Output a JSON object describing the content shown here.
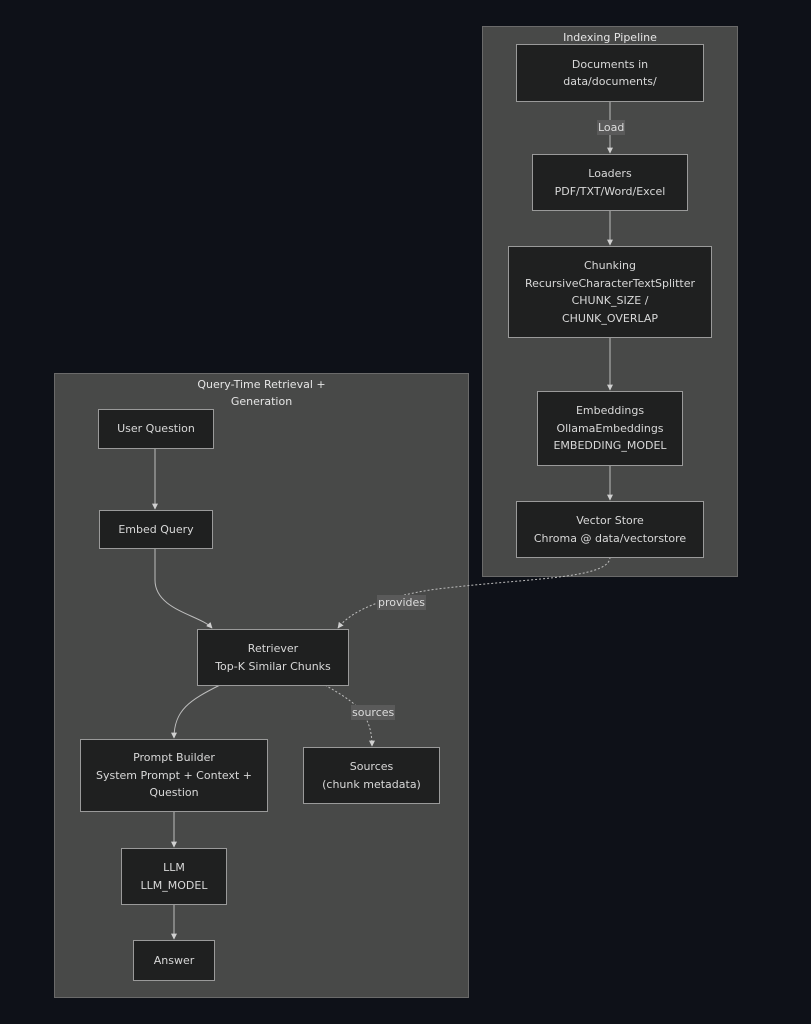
{
  "clusters": {
    "indexing": {
      "title": "Indexing Pipeline"
    },
    "query": {
      "title_lines": [
        "Query-Time Retrieval +",
        "Generation"
      ]
    }
  },
  "nodes": {
    "documents": [
      "Documents in",
      "data/documents/"
    ],
    "loaders": [
      "Loaders",
      "PDF/TXT/Word/Excel"
    ],
    "chunking": [
      "Chunking",
      "RecursiveCharacterTextSplitter",
      "CHUNK_SIZE /",
      "CHUNK_OVERLAP"
    ],
    "embeddings": [
      "Embeddings",
      "OllamaEmbeddings",
      "EMBEDDING_MODEL"
    ],
    "vectorstore": [
      "Vector Store",
      "Chroma @ data/vectorstore"
    ],
    "userquestion": [
      "User Question"
    ],
    "embedquery": [
      "Embed Query"
    ],
    "retriever": [
      "Retriever",
      "Top-K Similar Chunks"
    ],
    "promptbuilder": [
      "Prompt Builder",
      "System Prompt + Context +",
      "Question"
    ],
    "sources": [
      "Sources",
      "(chunk metadata)"
    ],
    "llm": [
      "LLM",
      "LLM_MODEL"
    ],
    "answer": [
      "Answer"
    ]
  },
  "edge_labels": {
    "load": "Load",
    "provides": "provides",
    "sources": "sources"
  },
  "colors": {
    "background": "#0e1118",
    "cluster": "#484948",
    "node": "#1f2020",
    "edge": "#bdbdbd"
  }
}
